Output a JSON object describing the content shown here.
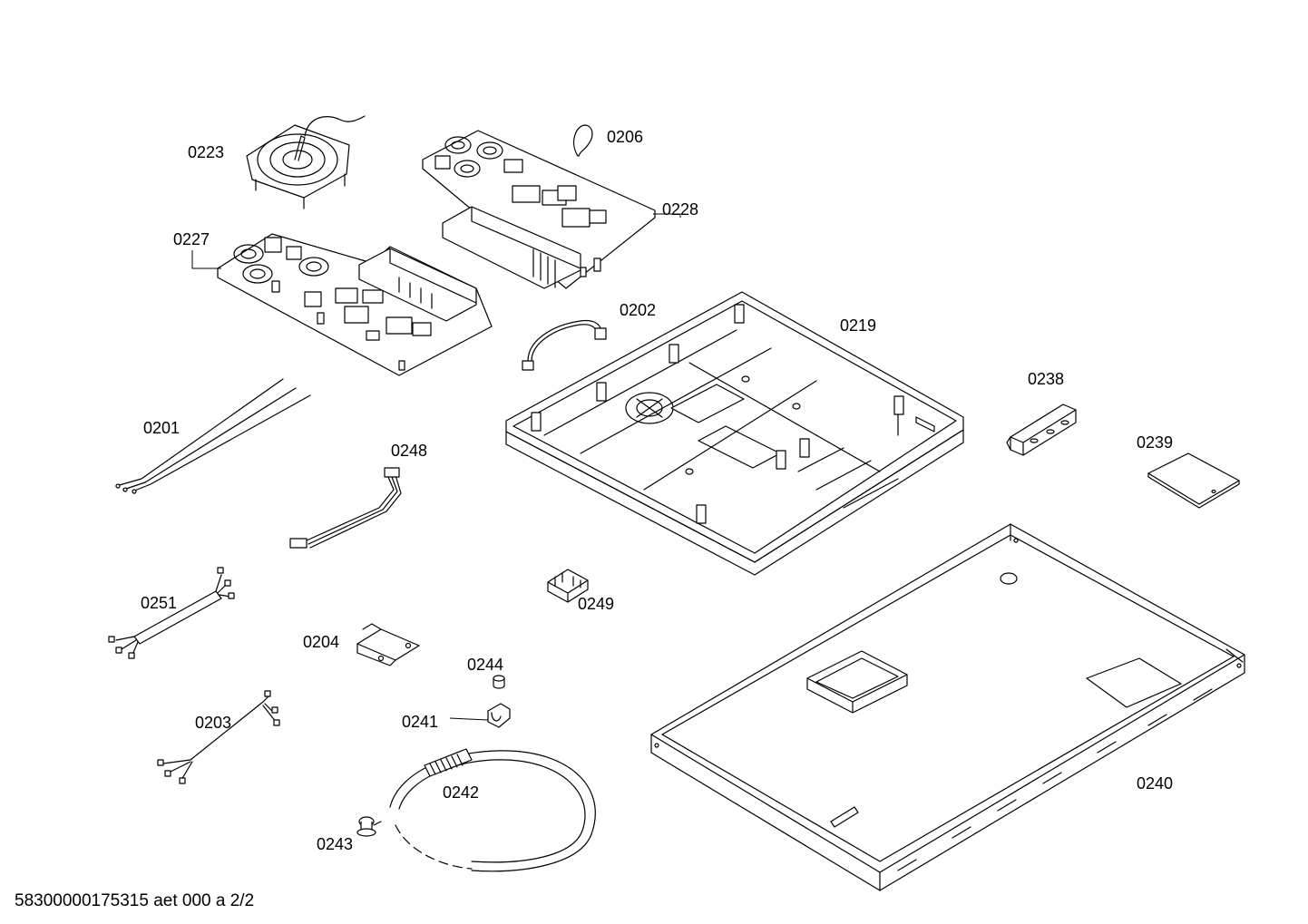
{
  "parts": {
    "p0223": "0223",
    "p0206": "0206",
    "p0228": "0228",
    "p0227": "0227",
    "p0202": "0202",
    "p0219": "0219",
    "p0238": "0238",
    "p0239": "0239",
    "p0201": "0201",
    "p0248": "0248",
    "p0249": "0249",
    "p0251": "0251",
    "p0204": "0204",
    "p0244": "0244",
    "p0241": "0241",
    "p0203": "0203",
    "p0242": "0242",
    "p0243": "0243",
    "p0240": "0240"
  },
  "footer": {
    "code": "58300000175315 aet 000 a 2/2"
  }
}
